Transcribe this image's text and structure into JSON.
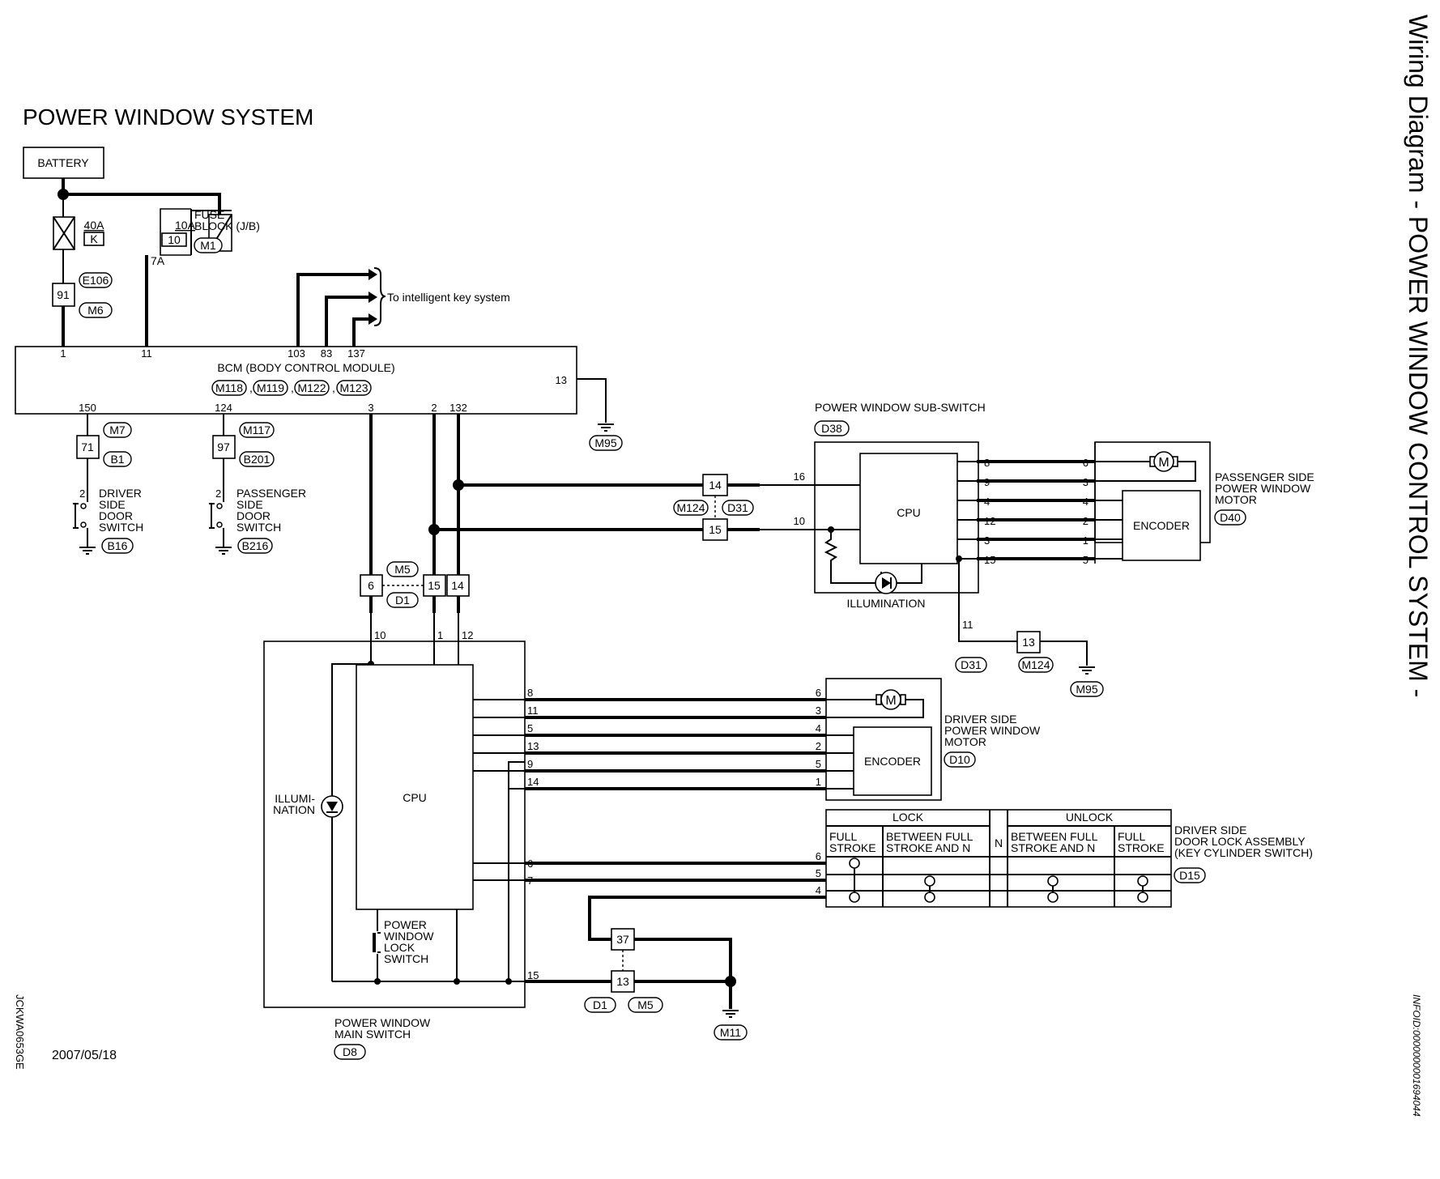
{
  "title": "POWER WINDOW SYSTEM",
  "side_title": "Wiring Diagram - POWER WINDOW CONTROL SYSTEM -",
  "left_code": "JCKWA0653GE",
  "right_code": "INFOID:0000000001694044",
  "date": "2007/05/18",
  "battery": "BATTERY",
  "fuse_40a": {
    "rating": "40A",
    "id": "K"
  },
  "fuse_10a": {
    "rating": "10A",
    "id": "10"
  },
  "fuse_block": {
    "line1": "FUSE",
    "line2": "BLOCK (J/B)",
    "connector": "M1"
  },
  "fuse_out": "7A",
  "conn_91": {
    "pin": "91",
    "c1": "E106",
    "c2": "M6"
  },
  "intelligent_key": "To intelligent key system",
  "bcm": {
    "line1": "BCM (BODY CONTROL MODULE)",
    "connectors": [
      "M118",
      "M119",
      "M122",
      "M123"
    ],
    "pins": {
      "p1": "1",
      "p11": "11",
      "p103": "103",
      "p83": "83",
      "p137": "137",
      "p13": "13",
      "p150": "150",
      "p124": "124",
      "p3": "3",
      "p2": "2",
      "p132": "132"
    }
  },
  "ground_m95": "M95",
  "ground_m95b": "M95",
  "ground_m11": "M11",
  "driver_door_switch": {
    "c_top": "M7",
    "pin": "71",
    "c_bot": "B1",
    "pin2": "2",
    "lines": [
      "DRIVER",
      "SIDE",
      "DOOR",
      "SWITCH"
    ],
    "connector": "B16"
  },
  "passenger_door_switch": {
    "c_top": "M117",
    "pin": "97",
    "c_bot": "B201",
    "pin2": "2",
    "lines": [
      "PASSENGER",
      "SIDE",
      "DOOR",
      "SWITCH"
    ],
    "connector": "B216"
  },
  "sub_switch": {
    "title": "POWER WINDOW SUB-SWITCH",
    "connector": "D38",
    "cpu": "CPU",
    "illumination": "ILLUMINATION",
    "pins_left": [
      "16",
      "10"
    ],
    "pins_right": [
      "8",
      "9",
      "4",
      "12",
      "3",
      "15"
    ],
    "pin_bottom": "11"
  },
  "joint_14_15": {
    "p14": "14",
    "p15": "15",
    "c1": "M124",
    "c2": "D31"
  },
  "joint_13": {
    "pin": "13",
    "c1": "D31",
    "c2": "M124",
    "wire": "11"
  },
  "passenger_motor": {
    "lines": [
      "PASSENGER SIDE",
      "POWER WINDOW",
      "MOTOR"
    ],
    "connector": "D40",
    "encoder": "ENCODER",
    "motor": "M",
    "pins": [
      "6",
      "3",
      "4",
      "2",
      "1",
      "5"
    ]
  },
  "main_conn": {
    "p6": "6",
    "p15": "15",
    "p14": "14",
    "c1": "M5",
    "c2": "D1"
  },
  "main_switch": {
    "lines": [
      "POWER WINDOW",
      "MAIN SWITCH"
    ],
    "connector": "D8",
    "cpu": "CPU",
    "illum": [
      "ILLUMI-",
      "NATION"
    ],
    "lock": [
      "POWER",
      "WINDOW",
      "LOCK",
      "SWITCH"
    ],
    "pins_top": [
      "10",
      "1",
      "12"
    ],
    "pins_right": [
      "8",
      "11",
      "5",
      "13",
      "9",
      "14",
      "6",
      "7",
      "15"
    ]
  },
  "driver_motor": {
    "lines": [
      "DRIVER SIDE",
      "POWER WINDOW",
      "MOTOR"
    ],
    "connector": "D10",
    "encoder": "ENCODER",
    "motor": "M",
    "pins": [
      "6",
      "3",
      "4",
      "2",
      "5",
      "1"
    ]
  },
  "door_lock": {
    "lock": "LOCK",
    "unlock": "UNLOCK",
    "n": "N",
    "full": [
      "FULL",
      "STROKE"
    ],
    "between": [
      "BETWEEN FULL",
      "STROKE AND N"
    ],
    "lines": [
      "DRIVER SIDE",
      "DOOR LOCK ASSEMBLY",
      "(KEY CYLINDER SWITCH)"
    ],
    "connector": "D15",
    "pins": [
      "6",
      "5",
      "4"
    ]
  },
  "joint_37": {
    "p37": "37",
    "p13": "13",
    "c1": "D1",
    "c2": "M5"
  }
}
